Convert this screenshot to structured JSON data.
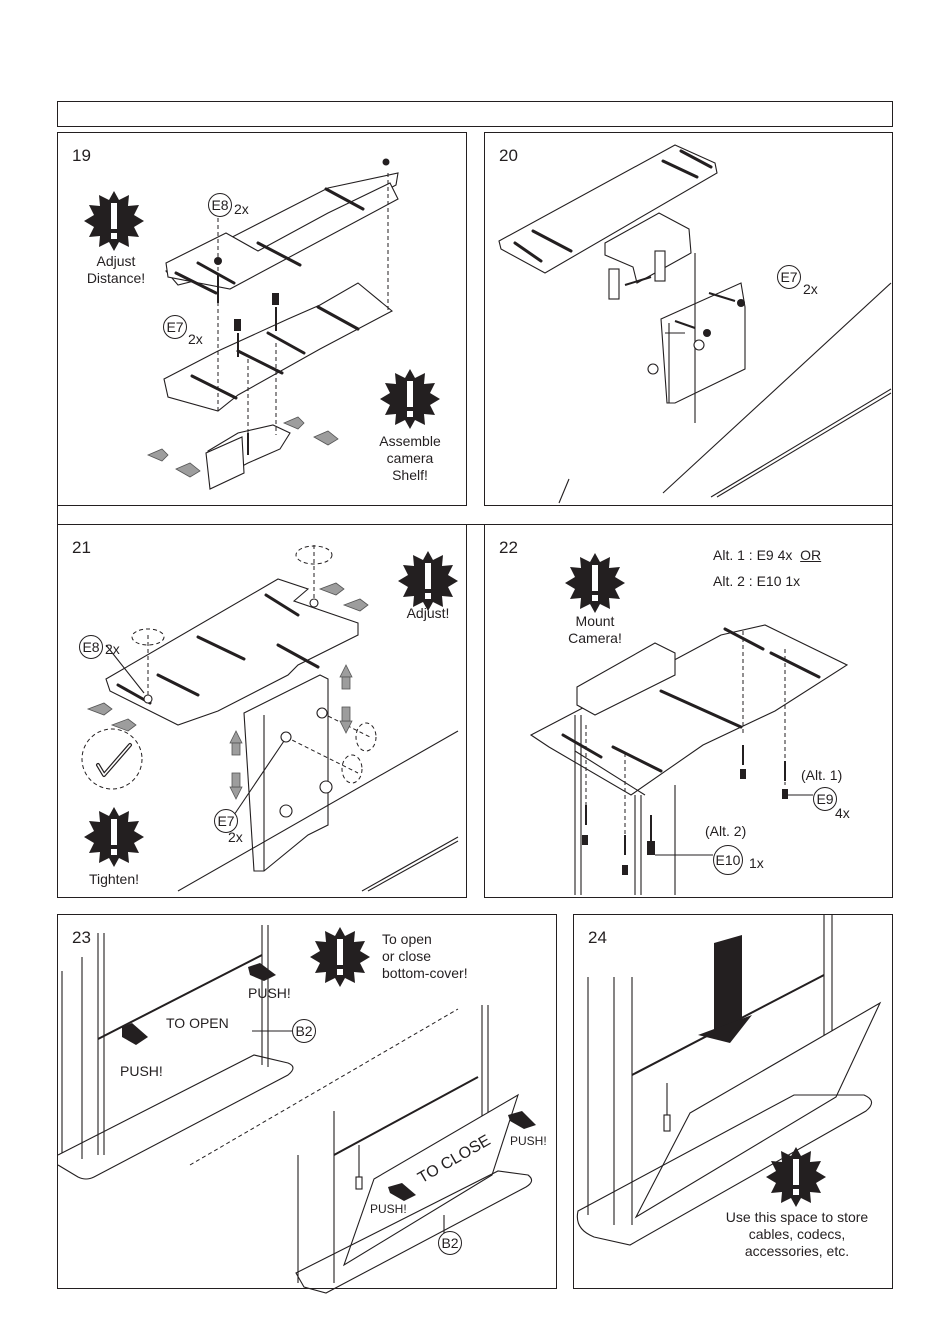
{
  "header_bar": {
    "text": ""
  },
  "steps": [
    {
      "number": "19",
      "warnings": [
        {
          "icon": "exclamation-burst-icon",
          "text_lines": [
            "Adjust",
            "Distance!"
          ]
        },
        {
          "icon": "exclamation-burst-icon",
          "text_lines": [
            "Assemble",
            "camera",
            "Shelf!"
          ]
        }
      ],
      "parts": [
        {
          "id": "E8",
          "qty": "2x"
        },
        {
          "id": "E7",
          "qty": "2x"
        }
      ]
    },
    {
      "number": "20",
      "parts": [
        {
          "id": "E7",
          "qty": "2x"
        }
      ]
    },
    {
      "number": "21",
      "warnings": [
        {
          "icon": "exclamation-burst-icon",
          "text_lines": [
            "Adjust!"
          ]
        },
        {
          "icon": "exclamation-burst-icon",
          "text_lines": [
            "Tighten!"
          ]
        }
      ],
      "parts": [
        {
          "id": "E8",
          "qty": "2x"
        },
        {
          "id": "E7",
          "qty": "2x"
        }
      ],
      "tool_icon": "hex-key-icon"
    },
    {
      "number": "22",
      "warnings": [
        {
          "icon": "exclamation-burst-icon",
          "text_lines": [
            "Mount",
            "Camera!"
          ]
        }
      ],
      "alternatives": [
        {
          "label": "Alt. 1 :",
          "part": "E9",
          "qty": "4x",
          "suffix": "OR"
        },
        {
          "label": "Alt. 2 :",
          "part": "E10",
          "qty": "1x",
          "suffix": ""
        }
      ],
      "parts": [
        {
          "id": "E9",
          "qty": "4x",
          "alt_label": "(Alt. 1)"
        },
        {
          "id": "E10",
          "qty": "1x",
          "alt_label": "(Alt. 2)"
        }
      ]
    },
    {
      "number": "23",
      "warnings": [
        {
          "icon": "exclamation-burst-icon",
          "text_lines": [
            "To open",
            "or close",
            "bottom-cover!"
          ]
        }
      ],
      "labels": {
        "push": "PUSH!",
        "to_open": "TO OPEN",
        "to_close": "TO CLOSE"
      },
      "parts": [
        {
          "id": "B2",
          "qty": ""
        }
      ]
    },
    {
      "number": "24",
      "warnings": [
        {
          "icon": "exclamation-burst-icon",
          "text_lines": [
            "Use this space to store",
            "cables, codecs,",
            "accessories, etc."
          ]
        }
      ]
    }
  ]
}
